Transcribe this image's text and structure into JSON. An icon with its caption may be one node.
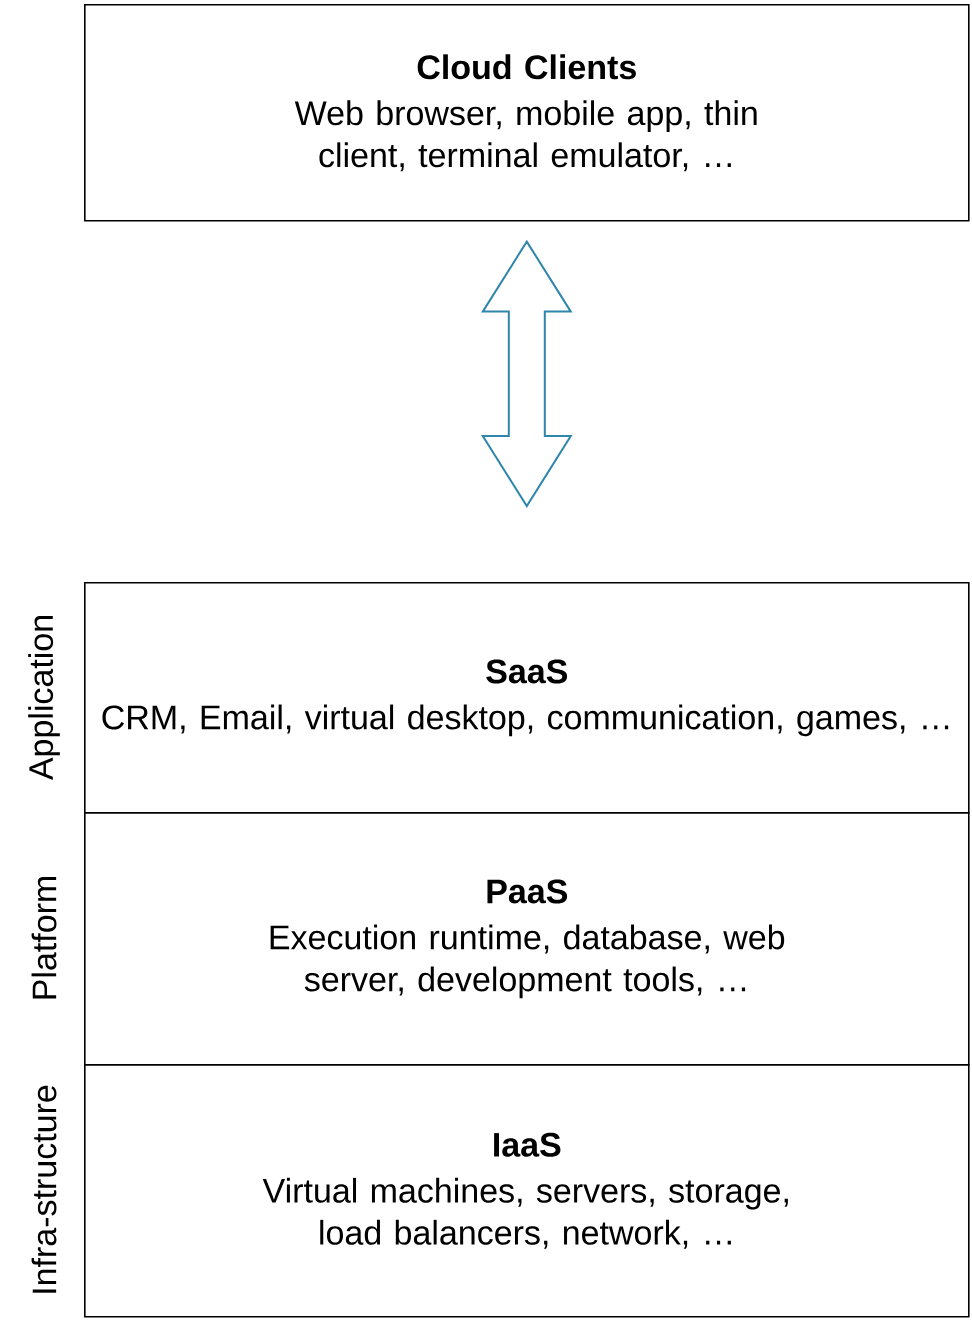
{
  "diagram": {
    "nodes": [
      {
        "text": [
          "Cloud Clients",
          "Web browser, mobile app, thin client, terminal emulator, …"
        ]
      },
      {
        "text": [
          "SaaS",
          "CRM, Email, virtual desktop, communication, games, …"
        ],
        "beside": [
          "Application"
        ]
      },
      {
        "text": [
          "PaaS",
          "Execution runtime, database, web server, development tools, …"
        ],
        "beside": [
          "Platform"
        ]
      },
      {
        "text": [
          "IaaS",
          "Virtual machines, servers, storage, load balancers, network, …"
        ],
        "beside": [
          "Infra-structure"
        ]
      }
    ],
    "edges": [
      {
        "from": 0,
        "to": 1,
        "arrow": "both"
      }
    ]
  }
}
